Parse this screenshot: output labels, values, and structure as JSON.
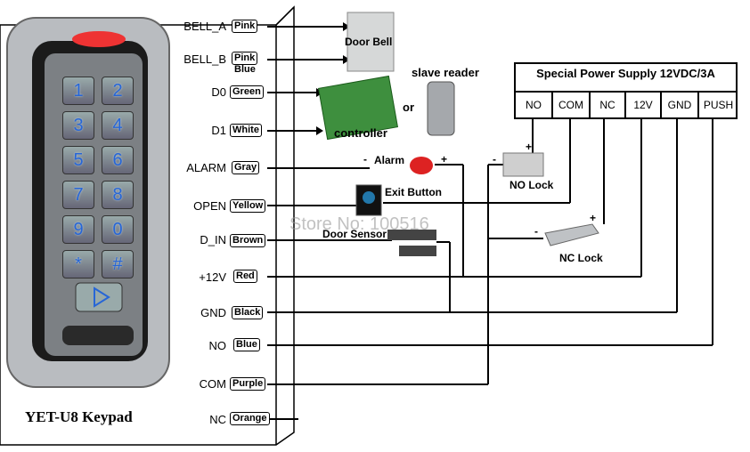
{
  "keypad": {
    "title": "YET-U8 Keypad",
    "keys": [
      "1",
      "2",
      "3",
      "4",
      "5",
      "6",
      "7",
      "8",
      "9",
      "0",
      "*",
      "#"
    ]
  },
  "pins": [
    {
      "label": "BELL_A",
      "wire": "Pink"
    },
    {
      "label": "BELL_B",
      "wire": "Pink",
      "wire2": "Blue"
    },
    {
      "label": "D0",
      "wire": "Green"
    },
    {
      "label": "D1",
      "wire": "White"
    },
    {
      "label": "ALARM",
      "wire": "Gray"
    },
    {
      "label": "OPEN",
      "wire": "Yellow"
    },
    {
      "label": "D_IN",
      "wire": "Brown"
    },
    {
      "label": "+12V",
      "wire": "Red"
    },
    {
      "label": "GND",
      "wire": "Black"
    },
    {
      "label": "NO",
      "wire": "Blue"
    },
    {
      "label": "COM",
      "wire": "Purple"
    },
    {
      "label": "NC",
      "wire": "Orange"
    }
  ],
  "components": {
    "door_bell": "Door Bell",
    "slave_reader": "slave reader",
    "or": "or",
    "controller": "controller",
    "alarm": "Alarm",
    "alarm_minus": "-",
    "alarm_plus": "+",
    "exit_button": "Exit Button",
    "door_sensor": "Door Sensor",
    "no_lock": "NO Lock",
    "no_lock_minus": "-",
    "no_lock_plus": "+",
    "nc_lock": "NC Lock",
    "nc_lock_minus": "-",
    "nc_lock_plus": "+"
  },
  "power_supply": {
    "title": "Special Power Supply 12VDC/3A",
    "terminals": [
      "NO",
      "COM",
      "NC",
      "12V",
      "GND",
      "PUSH"
    ]
  },
  "watermark": "Store No: 100516"
}
